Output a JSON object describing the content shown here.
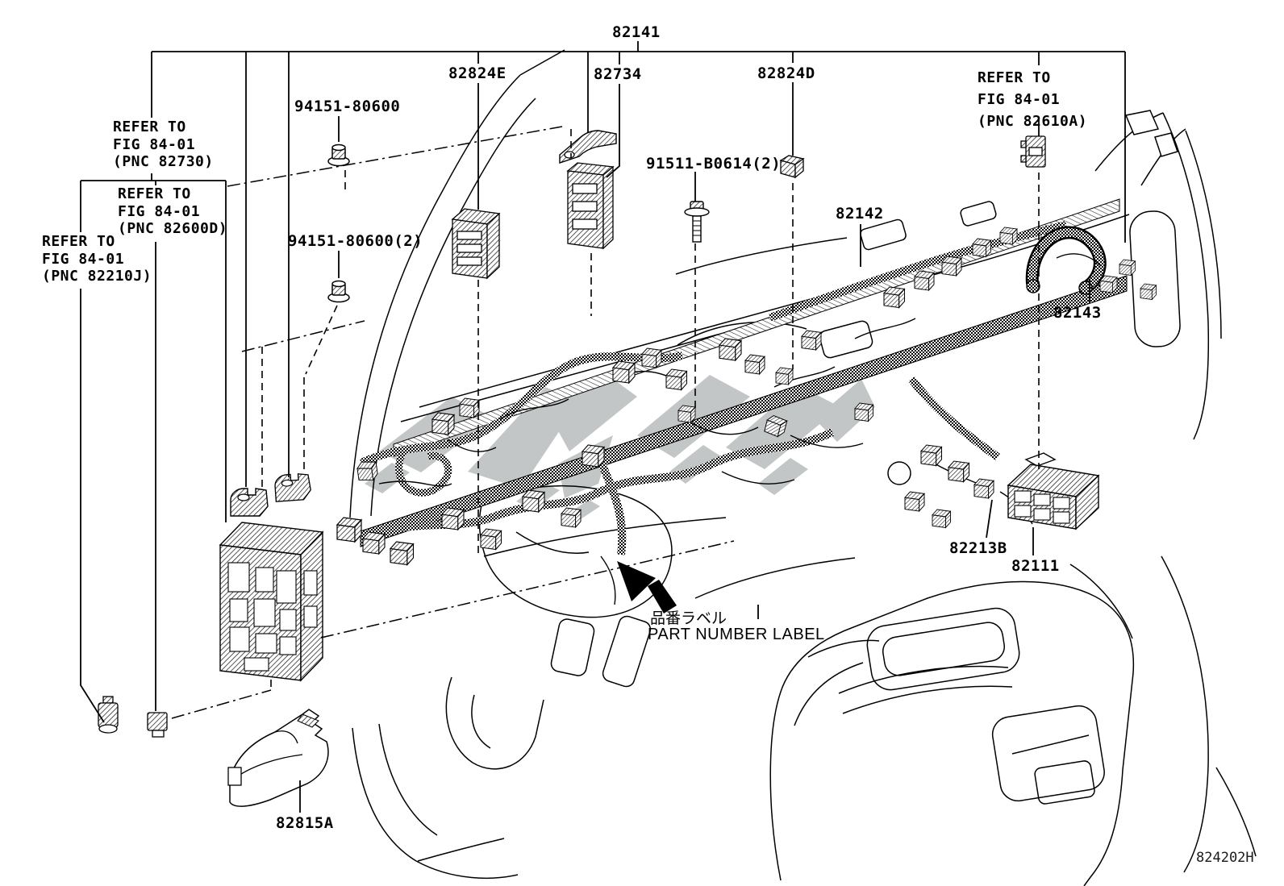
{
  "figure": {
    "footer_code": "824202H",
    "note": {
      "jp": "品番ラベル",
      "en": "PART NUMBER LABEL"
    },
    "callouts": {
      "main": "82141",
      "c82824E": "82824E",
      "c82734": "82734",
      "c82824D": "82824D",
      "nut1": "94151-80600",
      "nut2": "94151-80600(2)",
      "bolt": "91511-B0614(2)",
      "c82142": "82142",
      "c82143": "82143",
      "c82213B": "82213B",
      "c82111": "82111",
      "c82815A": "82815A"
    },
    "refer_notes": {
      "pnc82730": {
        "l1": "REFER TO",
        "l2": "FIG 84-01",
        "l3": "(PNC 82730)"
      },
      "pnc82600D": {
        "l1": "REFER TO",
        "l2": "FIG 84-01",
        "l3": "(PNC 82600D)"
      },
      "pnc82210J": {
        "l1": "REFER TO",
        "l2": "FIG 84-01",
        "l3": "(PNC 82210J)"
      },
      "pnc82610A": {
        "l1": "REFER TO",
        "l2": "FIG 84-01",
        "l3": "(PNC 82610A)"
      }
    }
  }
}
